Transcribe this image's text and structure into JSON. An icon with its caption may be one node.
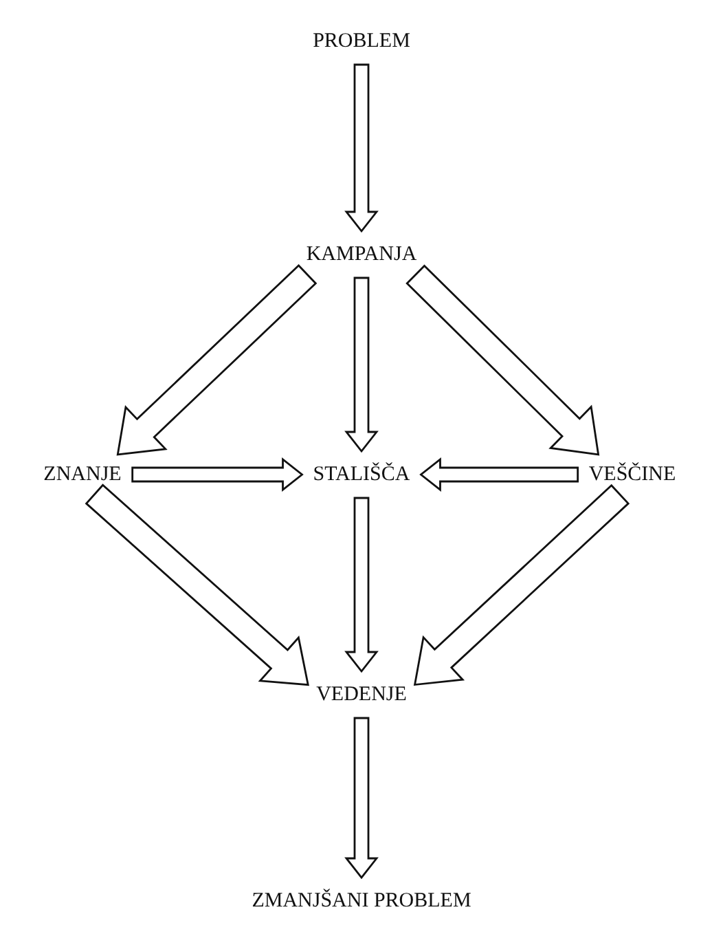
{
  "diagram": {
    "nodes": [
      {
        "text": [
          "PROBLEM"
        ]
      },
      {
        "text": [
          "KAMPANJA"
        ]
      },
      {
        "text": [
          "ZNANJE"
        ]
      },
      {
        "text": [
          "STALIŠČA"
        ]
      },
      {
        "text": [
          "VEŠČINE"
        ]
      },
      {
        "text": [
          "VEDENJE"
        ]
      },
      {
        "text": [
          "ZMANJŠANI PROBLEM"
        ]
      }
    ],
    "edges": [
      {
        "from": 0,
        "to": 1,
        "arrow": "to"
      },
      {
        "from": 1,
        "to": 2,
        "arrow": "to"
      },
      {
        "from": 1,
        "to": 3,
        "arrow": "to"
      },
      {
        "from": 1,
        "to": 4,
        "arrow": "to"
      },
      {
        "from": 2,
        "to": 3,
        "arrow": "to"
      },
      {
        "from": 4,
        "to": 3,
        "arrow": "to"
      },
      {
        "from": 2,
        "to": 5,
        "arrow": "to"
      },
      {
        "from": 3,
        "to": 5,
        "arrow": "to"
      },
      {
        "from": 4,
        "to": 5,
        "arrow": "to"
      },
      {
        "from": 5,
        "to": 6,
        "arrow": "to"
      }
    ]
  }
}
